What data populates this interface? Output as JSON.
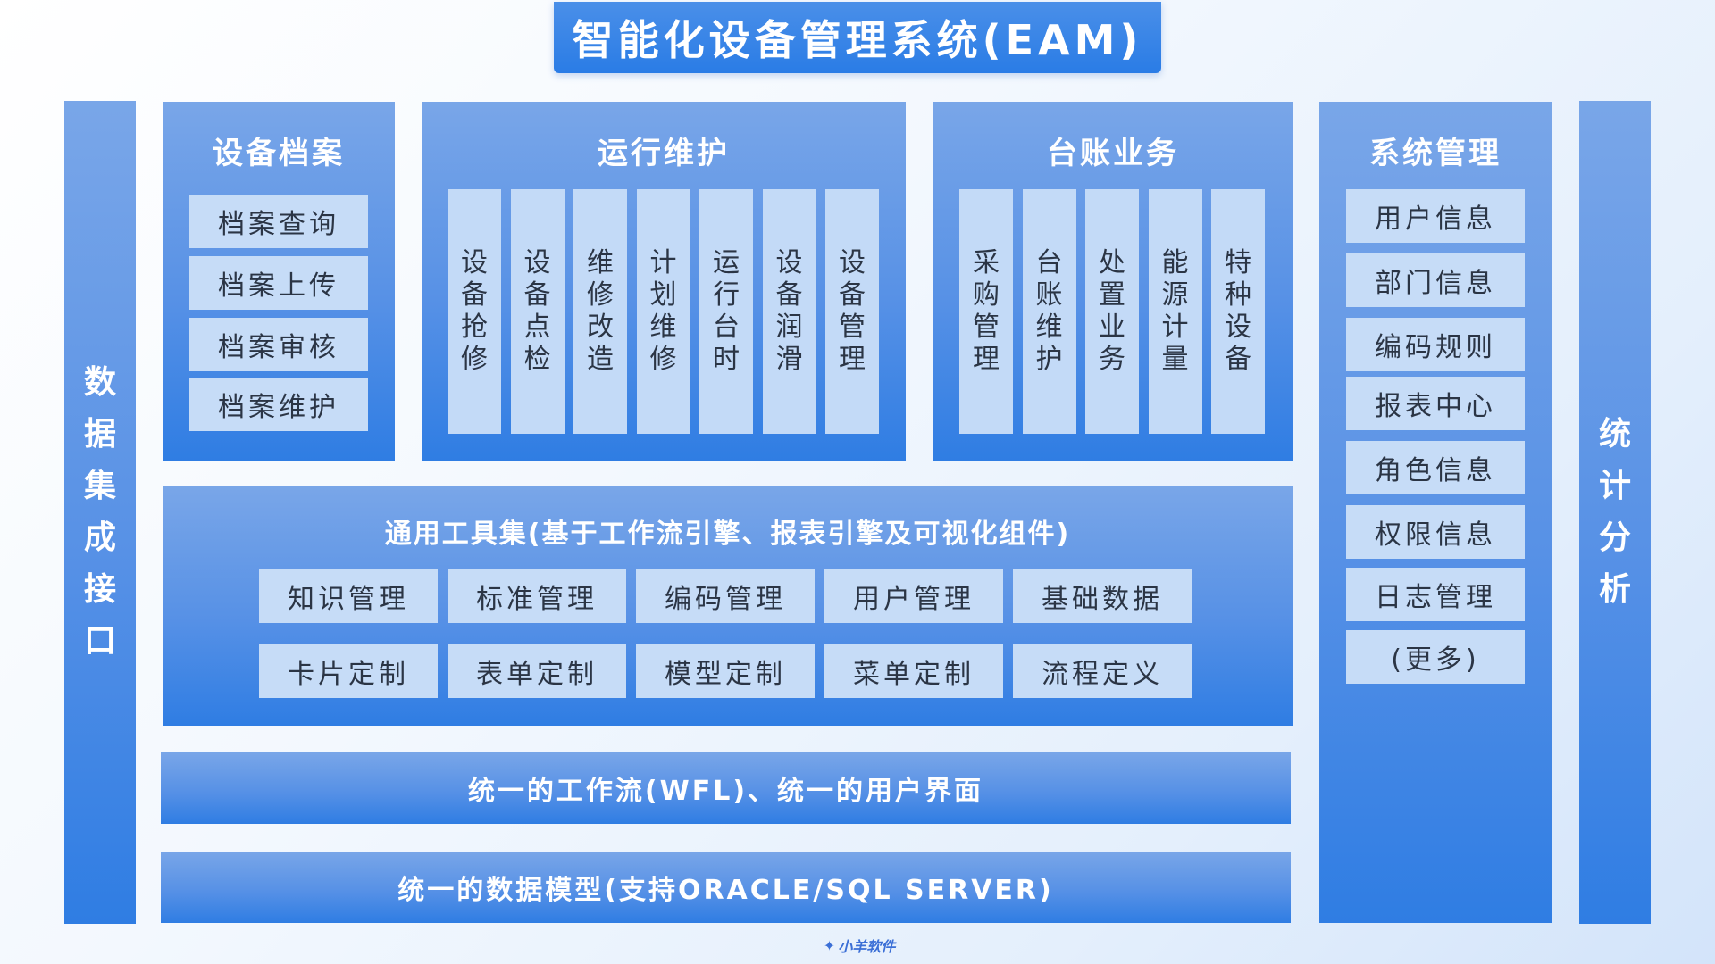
{
  "title": "智能化设备管理系统(EAM)",
  "left_side": [
    "数",
    "据",
    "集",
    "成",
    "接",
    "口"
  ],
  "right_side": [
    "统",
    "计",
    "分",
    "析"
  ],
  "archive": {
    "title": "设备档案",
    "items": [
      "档案查询",
      "档案上传",
      "档案审核",
      "档案维护"
    ]
  },
  "operation": {
    "title": "运行维护",
    "items": [
      [
        "设",
        "备",
        "抢",
        "修"
      ],
      [
        "设",
        "备",
        "点",
        "检"
      ],
      [
        "维",
        "修",
        "改",
        "造"
      ],
      [
        "计",
        "划",
        "维",
        "修"
      ],
      [
        "运",
        "行",
        "台",
        "时"
      ],
      [
        "设",
        "备",
        "润",
        "滑"
      ],
      [
        "设",
        "备",
        "管",
        "理"
      ]
    ]
  },
  "ledger": {
    "title": "台账业务",
    "items": [
      [
        "采",
        "购",
        "管",
        "理"
      ],
      [
        "台",
        "账",
        "维",
        "护"
      ],
      [
        "处",
        "置",
        "业",
        "务"
      ],
      [
        "能",
        "源",
        "计",
        "量"
      ],
      [
        "特",
        "种",
        "设",
        "备"
      ]
    ]
  },
  "system": {
    "title": "系统管理",
    "items": [
      "用户信息",
      "部门信息",
      "编码规则",
      "报表中心",
      "角色信息",
      "权限信息",
      "日志管理",
      "(更多)"
    ]
  },
  "toolset": {
    "title": "通用工具集(基于工作流引擎、报表引擎及可视化组件)",
    "row1": [
      "知识管理",
      "标准管理",
      "编码管理",
      "用户管理",
      "基础数据"
    ],
    "row2": [
      "卡片定制",
      "表单定制",
      "模型定制",
      "菜单定制",
      "流程定义"
    ]
  },
  "workflow_bar": "统一的工作流(WFL)、统一的用户界面",
  "datamodel_bar": "统一的数据模型(支持ORACLE/SQL SERVER)",
  "logo_text": "小羊软件",
  "colors": {
    "panel_top": "#79a6e8",
    "panel_bottom": "#2f7de3",
    "chip": "#c6dcf7",
    "title_bg": "#2a7ce6"
  }
}
